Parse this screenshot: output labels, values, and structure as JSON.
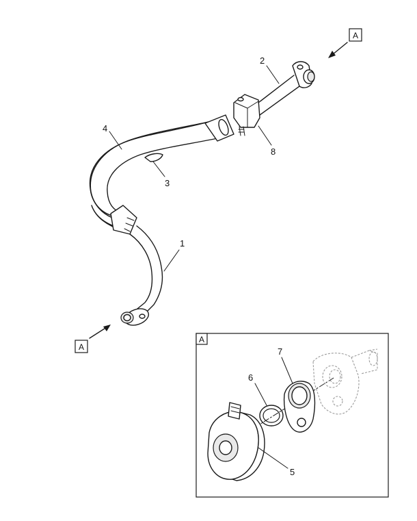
{
  "view_labels": {
    "top_right": "A",
    "bottom_left": "A",
    "detail": "A"
  },
  "callouts": {
    "c1": "1",
    "c2": "2",
    "c3": "3",
    "c4": "4",
    "c5": "5",
    "c6": "6",
    "c7": "7",
    "c8": "8"
  }
}
